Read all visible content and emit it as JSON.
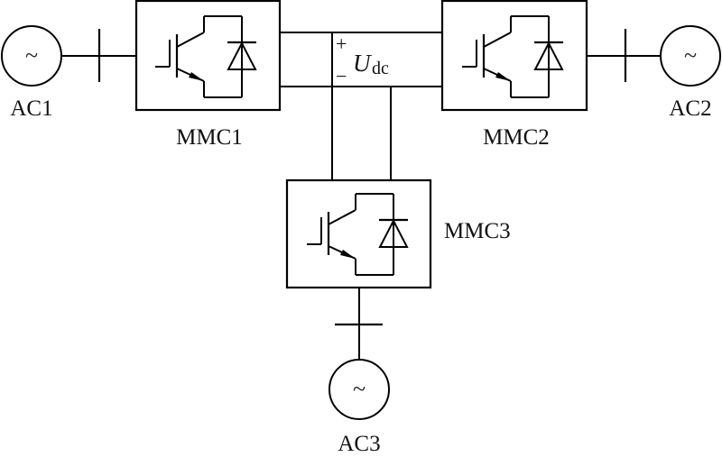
{
  "diagram": {
    "sources": [
      {
        "id": "ac1",
        "label": "AC1",
        "symbol": "~"
      },
      {
        "id": "ac2",
        "label": "AC2",
        "symbol": "~"
      },
      {
        "id": "ac3",
        "label": "AC3",
        "symbol": "~"
      }
    ],
    "converters": [
      {
        "id": "mmc1",
        "label": "MMC1",
        "icon": "igbt-with-diode-icon"
      },
      {
        "id": "mmc2",
        "label": "MMC2",
        "icon": "igbt-with-diode-icon"
      },
      {
        "id": "mmc3",
        "label": "MMC3",
        "icon": "igbt-with-diode-icon"
      }
    ],
    "dc_bus": {
      "plus": "+",
      "minus": "−",
      "voltage_symbol": "U",
      "voltage_subscript": "dc"
    },
    "line_color": "#000000",
    "background": "#ffffff"
  }
}
